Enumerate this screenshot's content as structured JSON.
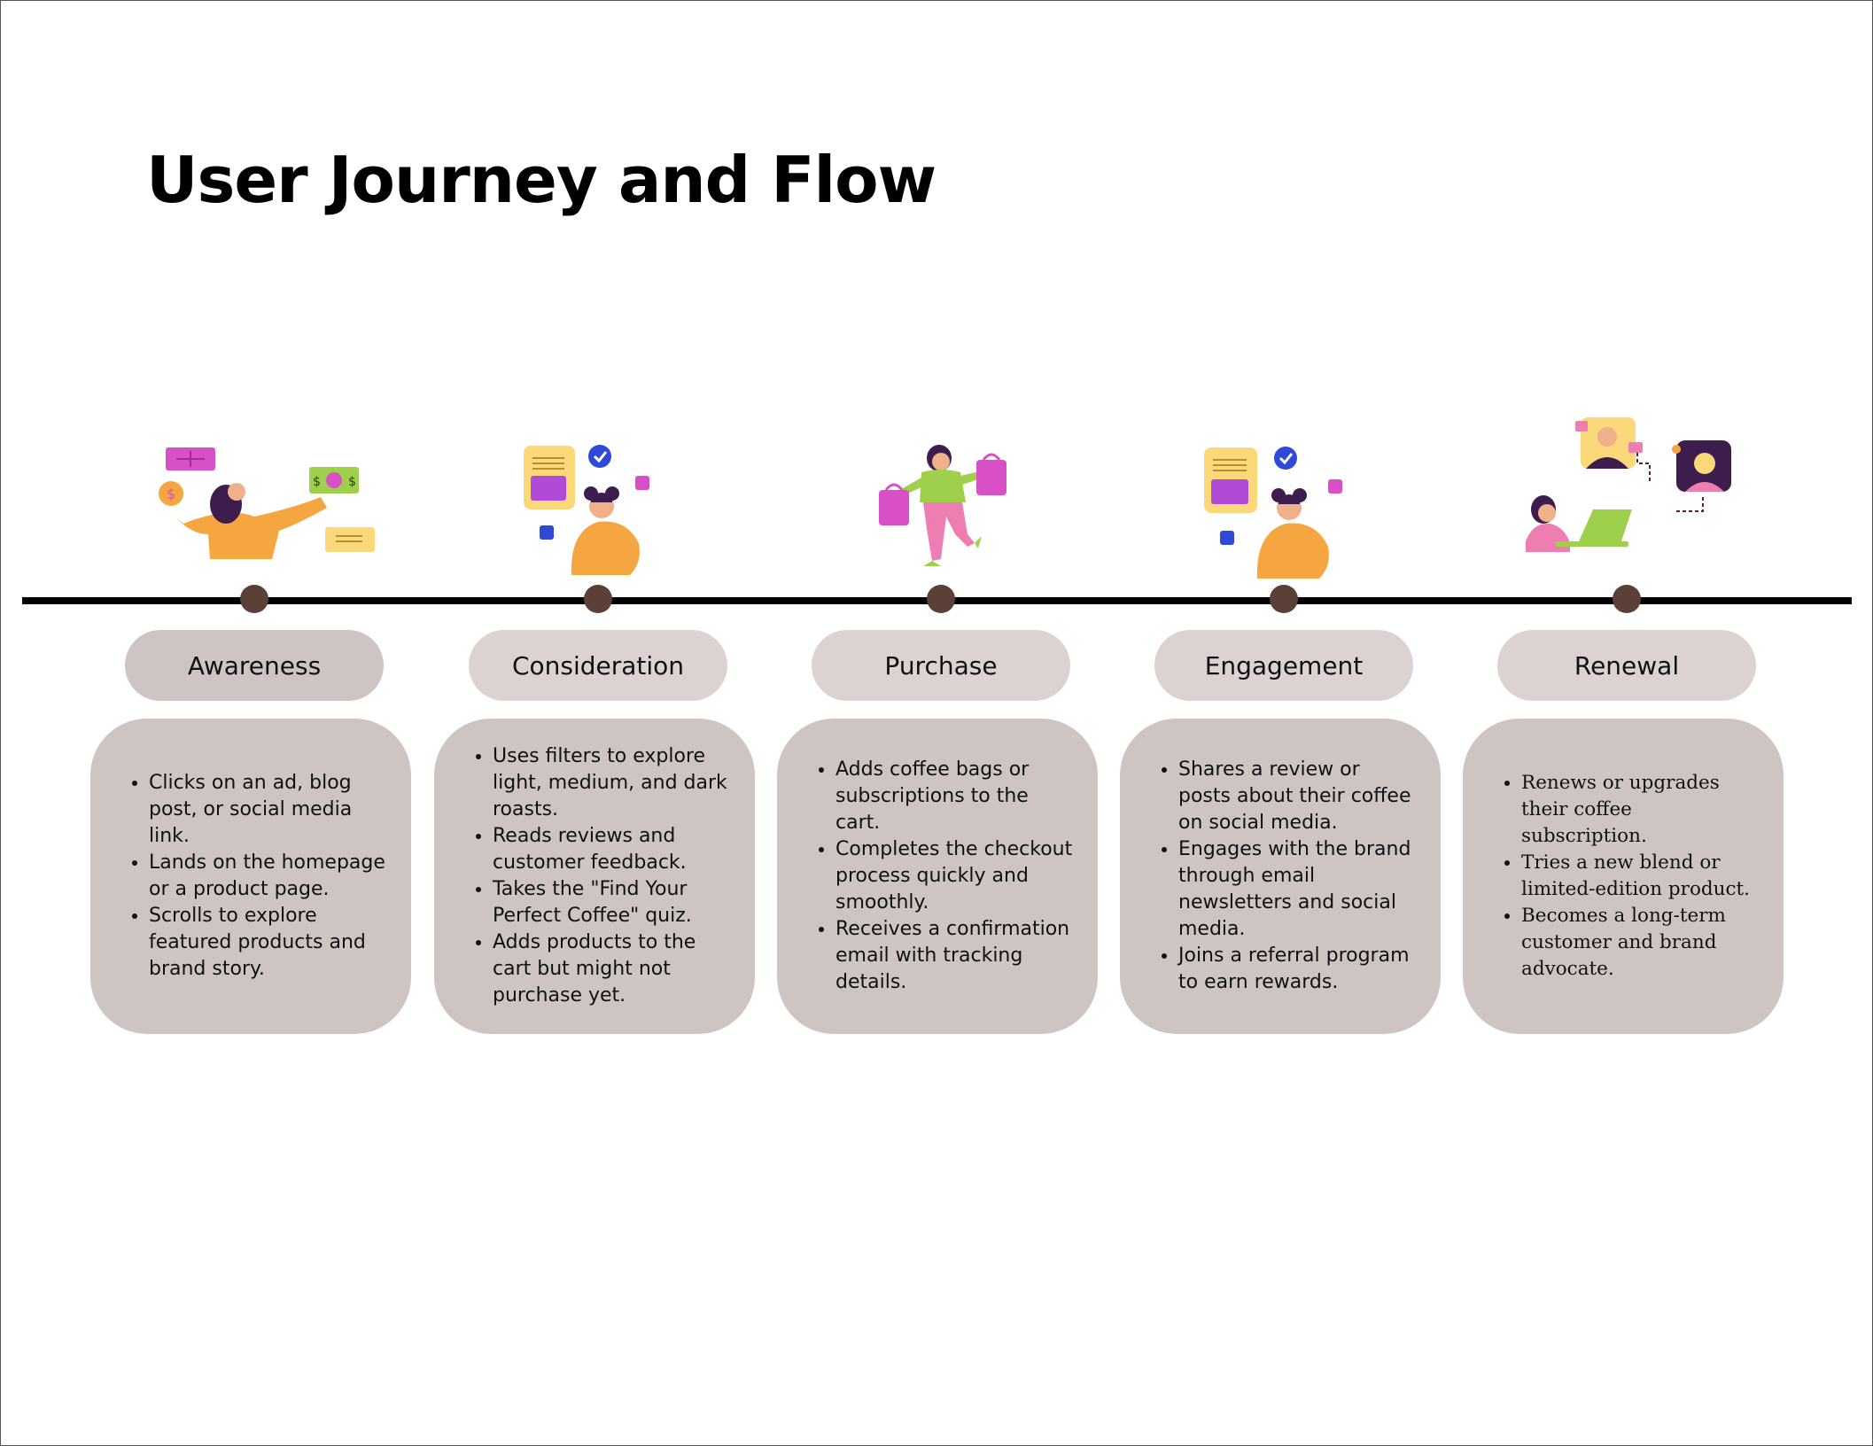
{
  "title": "User Journey and Flow",
  "colors": {
    "timeline": "#000000",
    "dot": "#5b4038",
    "pill": "#ddd2d2",
    "pill_active": "#cdc4c3",
    "card": "#cec5c3"
  },
  "stages": [
    {
      "label": "Awareness",
      "illustration": "person-with-money-icon",
      "items": [
        "Clicks on an ad, blog post, or social media link.",
        "Lands on the homepage or a product page.",
        "Scrolls to explore featured products and brand story."
      ]
    },
    {
      "label": "Consideration",
      "illustration": "person-thinking-icon",
      "items": [
        "Uses filters to explore light, medium, and dark roasts.",
        "Reads reviews and customer feedback.",
        "Takes the \"Find Your Perfect Coffee\" quiz.",
        "Adds products to the cart but might not purchase yet."
      ]
    },
    {
      "label": "Purchase",
      "illustration": "person-shopping-bags-icon",
      "items": [
        "Adds coffee bags or subscriptions to the cart.",
        "Completes the checkout process quickly and smoothly.",
        "Receives a confirmation email with tracking details."
      ]
    },
    {
      "label": "Engagement",
      "illustration": "person-thinking-icon",
      "items": [
        "Shares a review or posts about their coffee on social media.",
        "Engages with the brand through email newsletters and social media.",
        "Joins a referral program to earn rewards."
      ]
    },
    {
      "label": "Renewal",
      "illustration": "person-laptop-network-icon",
      "items": [
        "Renews or upgrades their coffee subscription.",
        "Tries a new blend or limited-edition product.",
        "Becomes a long-term customer and brand advocate."
      ]
    }
  ]
}
